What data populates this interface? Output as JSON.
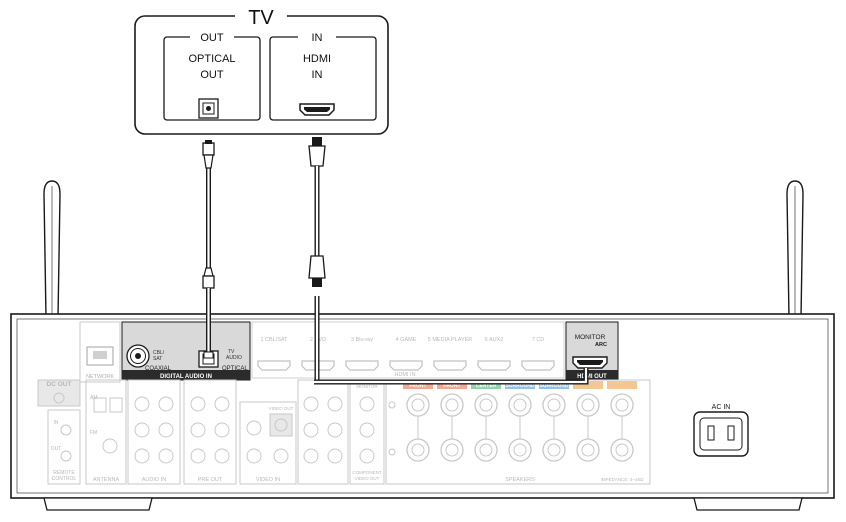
{
  "tv": {
    "title": "TV",
    "out_group": "OUT",
    "in_group": "IN",
    "optical_label_1": "OPTICAL",
    "optical_label_2": "OUT",
    "hdmi_label_1": "HDMI",
    "hdmi_label_2": "IN"
  },
  "receiver": {
    "network": "NETWORK",
    "digital_audio_in": "DIGITAL AUDIO IN",
    "cbl_sat": "CBL/\nSAT",
    "coaxial": "COAXIAL",
    "tv_audio": "TV\nAUDIO",
    "optical": "OPTICAL",
    "hdmi_in": "HDMI IN",
    "hdmi_inputs": [
      "1 CBL/SAT",
      "2 DVD",
      "3 Blu-ray",
      "4 GAME",
      "5 MEDIA PLAYER",
      "6 AUX2",
      "7 CD"
    ],
    "monitor": "MONITOR",
    "arc": "ARC",
    "hdmi_out": "HDMI OUT",
    "dc_out": "DC OUT",
    "remote_control": "REMOTE\nCONTROL",
    "in": "IN",
    "out": "OUT",
    "antenna": "ANTENNA",
    "am": "AM",
    "fm": "FM",
    "audio_in": "AUDIO IN",
    "pre_out": "PRE OUT",
    "video_in": "VIDEO IN",
    "video_out": "VIDEO OUT",
    "component_video_out": "COMPONENT\nVIDEO OUT",
    "speaker_channels": [
      "FRONT",
      "FRONT",
      "CENTER",
      "SURROUND",
      "SURROUND",
      "",
      ""
    ],
    "speakers": "SPEAKERS",
    "impedance": "IMPEDANCE: 4~16Ω",
    "ac_in": "AC IN"
  },
  "colors": {
    "line": "#1a1a1a",
    "panel_fill": "#ffffff",
    "receiver_fill": "#ffffff",
    "dim_gray": "#c8c8c8",
    "highlight_panel": "#d9d9d9",
    "hdmi_out_panel": "#2b2b2b",
    "front_red": "#e8633a",
    "center_green": "#3fae6a",
    "surround_blue": "#3f8fcf",
    "orange": "#e8993a"
  }
}
